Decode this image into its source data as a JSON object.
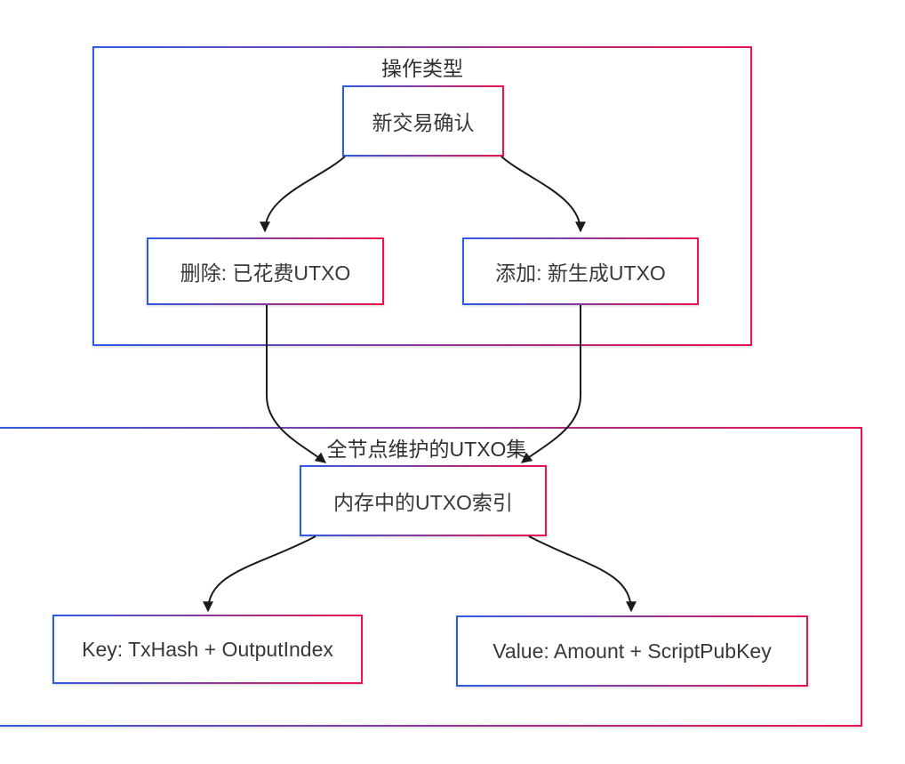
{
  "diagram": {
    "type": "flowchart",
    "groups": {
      "operations": {
        "title": "操作类型",
        "nodes": [
          {
            "id": "new-tx-confirm",
            "label": "新交易确认"
          },
          {
            "id": "delete-spent-utxo",
            "label": "删除: 已花费UTXO"
          },
          {
            "id": "add-new-utxo",
            "label": "添加: 新生成UTXO"
          }
        ]
      },
      "utxo_set": {
        "title": "全节点维护的UTXO集",
        "nodes": [
          {
            "id": "memory-utxo-index",
            "label": "内存中的UTXO索引"
          },
          {
            "id": "key-structure",
            "label": "Key: TxHash + OutputIndex"
          },
          {
            "id": "value-structure",
            "label": "Value: Amount + ScriptPubKey"
          }
        ]
      }
    },
    "edges": [
      {
        "from": "new-tx-confirm",
        "to": "delete-spent-utxo"
      },
      {
        "from": "new-tx-confirm",
        "to": "add-new-utxo"
      },
      {
        "from": "delete-spent-utxo",
        "to": "memory-utxo-index"
      },
      {
        "from": "add-new-utxo",
        "to": "memory-utxo-index"
      },
      {
        "from": "memory-utxo-index",
        "to": "key-structure"
      },
      {
        "from": "memory-utxo-index",
        "to": "value-structure"
      }
    ],
    "colors": {
      "border_gradient_start": "#2d5ce5",
      "border_gradient_end": "#ec1450",
      "edge_stroke": "#1b1b1b",
      "text": "#383838",
      "background": "#ffffff"
    }
  }
}
